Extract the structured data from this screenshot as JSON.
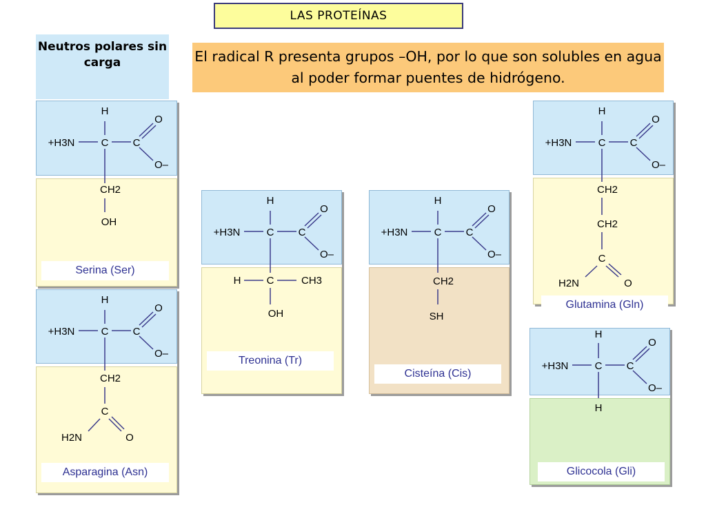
{
  "title": "LAS PROTEÍNAS",
  "group_heading": "Neutros polares sin carga",
  "description": "El radical R presenta grupos –OH, por lo que son solubles en agua al poder formar puentes de hidrógeno.",
  "backbone": {
    "h_top": "H",
    "amine": "+H3N",
    "carbon": "C",
    "oxygen": "O",
    "oxide": "O–"
  },
  "amino_acids": [
    {
      "name": "Serina (Ser)",
      "side_chain": [
        "CH2",
        "OH"
      ]
    },
    {
      "name": "Treonina (Tr)",
      "side_chain": [
        "H",
        "C",
        "CH3",
        "OH"
      ]
    },
    {
      "name": "Cisteína (Cis)",
      "side_chain": [
        "CH2",
        "SH"
      ]
    },
    {
      "name": "Glutamina (Gln)",
      "side_chain": [
        "CH2",
        "CH2",
        "C",
        "H2N",
        "O"
      ]
    },
    {
      "name": "Asparagina (Asn)",
      "side_chain": [
        "CH2",
        "C",
        "H2N",
        "O"
      ]
    },
    {
      "name": "Glicocola (Gli)",
      "side_chain": [
        "H"
      ]
    }
  ],
  "colors": {
    "backbone_panel": "#cfe9f8",
    "side_chain_panel": "#fffbd6",
    "cysteine_panel": "#f2e1c5",
    "glycine_panel": "#daf0c6",
    "label_text": "#2e3192"
  }
}
